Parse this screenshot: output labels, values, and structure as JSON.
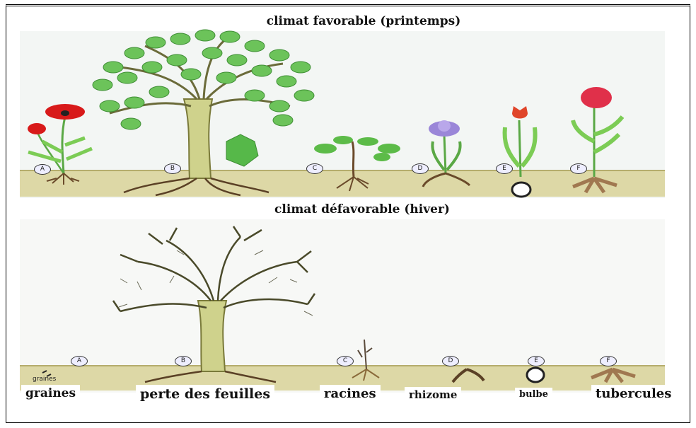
{
  "titles": {
    "favorable": "climat favorable (printemps)",
    "defavorable": "climat défavorable (hiver)"
  },
  "plant_markers": [
    "A",
    "B",
    "C",
    "D",
    "E",
    "F"
  ],
  "labels": {
    "graines": "graines",
    "perte_feuilles": "perte des feuilles",
    "racines": "racines",
    "rhizome": "rhizome",
    "bulbe": "bulbe",
    "tubercules": "tubercules",
    "graines_small": "graines"
  },
  "colors": {
    "soil": "#ddd8a6",
    "leaf": "#6cc35a",
    "trunk": "#c9c98a",
    "poppy": "#d81a1a",
    "iris": "#9a86d8",
    "tulip": "#e0452a",
    "dahlia": "#e0304a"
  }
}
